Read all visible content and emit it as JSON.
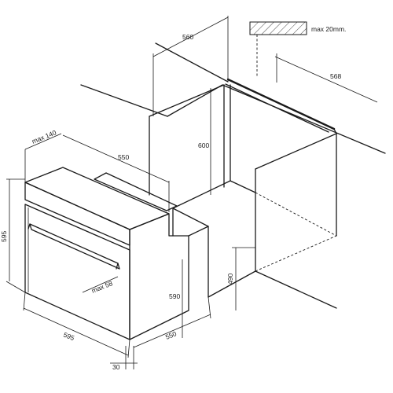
{
  "dimensions": {
    "top_width": "560",
    "top_depth": "568",
    "cavity_height": "600",
    "oven_depth_top": "550",
    "max_front": "max 140",
    "oven_height": "595",
    "oven_width": "595",
    "max_bottom": "max 58",
    "inner_height": "590",
    "cabinet_height": "490",
    "oven_depth_bottom": "550",
    "front_thickness": "30",
    "hatch_label": "max 20mm."
  }
}
